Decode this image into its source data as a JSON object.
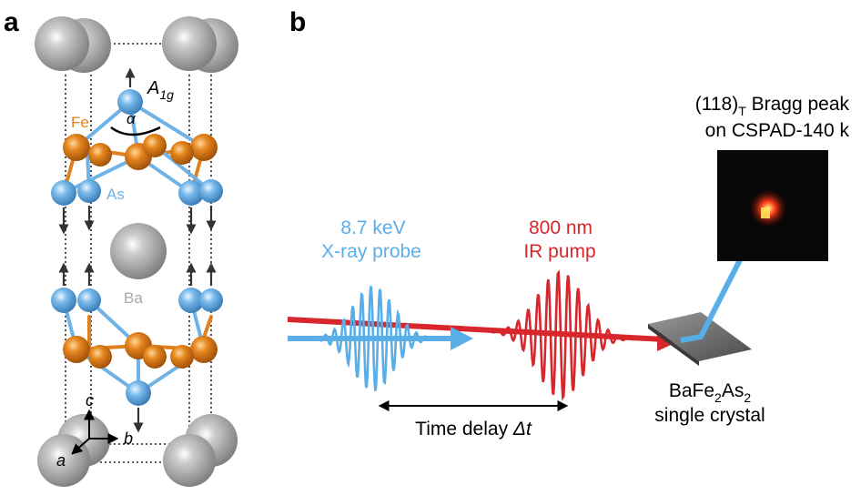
{
  "panel_a": {
    "label": "a",
    "mode_base": "A",
    "mode_sub": "1g",
    "angle": "α",
    "fe": "Fe",
    "as": "As",
    "ba": "Ba",
    "axis_c": "c",
    "axis_a": "a",
    "axis_b": "b"
  },
  "panel_b": {
    "label": "b",
    "xray_line1": "8.7 keV",
    "xray_line2": "X-ray probe",
    "ir_line1": "800 nm",
    "ir_line2": "IR pump",
    "bragg_pre": "(118)",
    "bragg_sub": "T",
    "bragg_post": " Bragg peak",
    "bragg_line2": "on CSPAD-140 k",
    "sample_p1": "BaFe",
    "sample_s1": "2",
    "sample_p2": "As",
    "sample_s2": "2",
    "sample_line2": "single crystal",
    "delay_text": "Time delay ",
    "delay_sym": "Δt"
  },
  "colors": {
    "fe": "#e0811e",
    "as": "#6fb3e6",
    "ba": "#a8a8a8",
    "xray": "#5aaee8",
    "ir": "#d7262c"
  }
}
